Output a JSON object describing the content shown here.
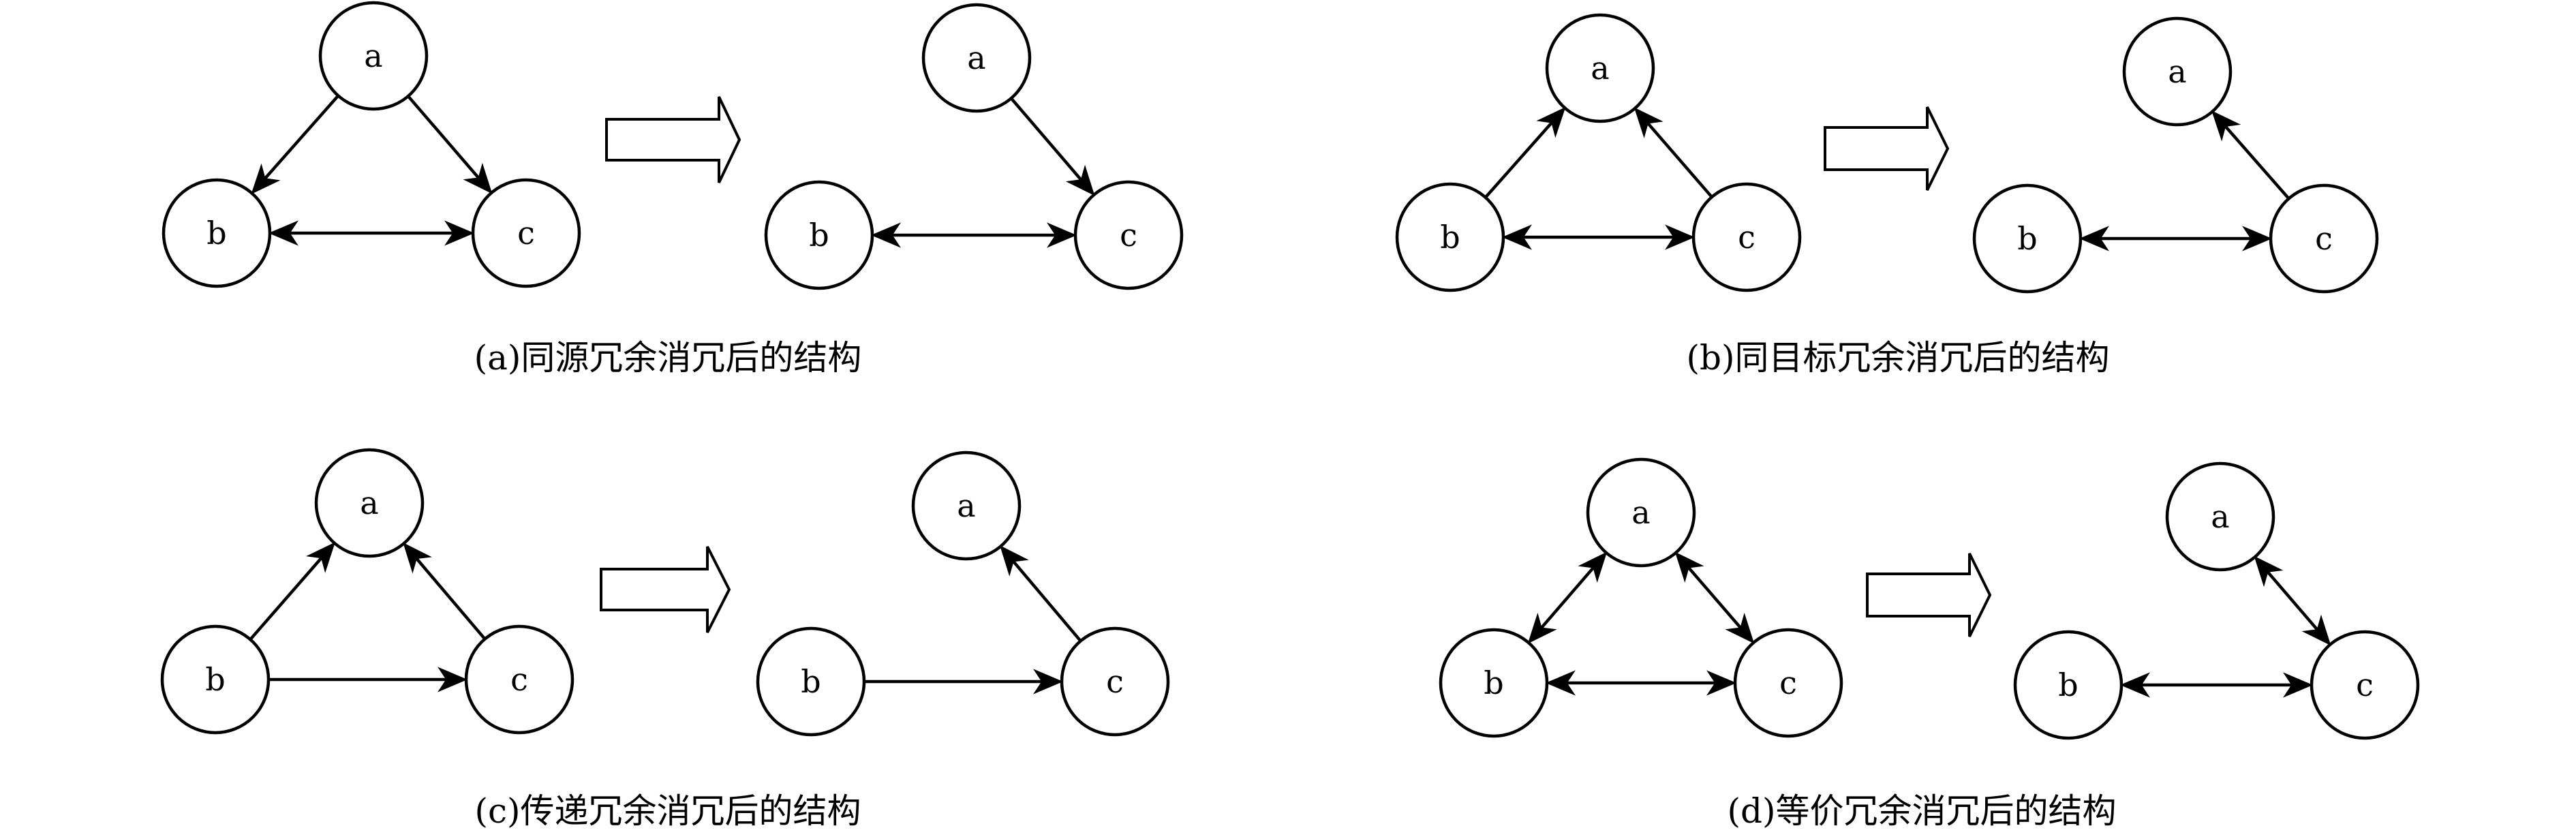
{
  "panels": [
    {
      "id": "a",
      "caption": "(a)同源冗余消冗后的结构",
      "before": {
        "nodes": [
          "a",
          "b",
          "c"
        ],
        "edges": [
          {
            "from": "a",
            "to": "b",
            "type": "directed"
          },
          {
            "from": "a",
            "to": "c",
            "type": "directed"
          },
          {
            "from": "b",
            "to": "c",
            "type": "bidirectional"
          }
        ]
      },
      "after": {
        "nodes": [
          "a",
          "b",
          "c"
        ],
        "edges": [
          {
            "from": "a",
            "to": "c",
            "type": "directed"
          },
          {
            "from": "b",
            "to": "c",
            "type": "bidirectional"
          }
        ]
      }
    },
    {
      "id": "b",
      "caption": "(b)同目标冗余消冗后的结构",
      "before": {
        "nodes": [
          "a",
          "b",
          "c"
        ],
        "edges": [
          {
            "from": "b",
            "to": "a",
            "type": "directed"
          },
          {
            "from": "c",
            "to": "a",
            "type": "directed"
          },
          {
            "from": "b",
            "to": "c",
            "type": "bidirectional"
          }
        ]
      },
      "after": {
        "nodes": [
          "a",
          "b",
          "c"
        ],
        "edges": [
          {
            "from": "c",
            "to": "a",
            "type": "directed"
          },
          {
            "from": "b",
            "to": "c",
            "type": "bidirectional"
          }
        ]
      }
    },
    {
      "id": "c",
      "caption": "(c)传递冗余消冗后的结构",
      "before": {
        "nodes": [
          "a",
          "b",
          "c"
        ],
        "edges": [
          {
            "from": "b",
            "to": "a",
            "type": "directed"
          },
          {
            "from": "c",
            "to": "a",
            "type": "directed"
          },
          {
            "from": "b",
            "to": "c",
            "type": "directed"
          }
        ]
      },
      "after": {
        "nodes": [
          "a",
          "b",
          "c"
        ],
        "edges": [
          {
            "from": "c",
            "to": "a",
            "type": "directed"
          },
          {
            "from": "b",
            "to": "c",
            "type": "directed"
          }
        ]
      }
    },
    {
      "id": "d",
      "caption": "(d)等价冗余消冗后的结构",
      "before": {
        "nodes": [
          "a",
          "b",
          "c"
        ],
        "edges": [
          {
            "from": "a",
            "to": "b",
            "type": "bidirectional"
          },
          {
            "from": "a",
            "to": "c",
            "type": "bidirectional"
          },
          {
            "from": "b",
            "to": "c",
            "type": "bidirectional"
          }
        ]
      },
      "after": {
        "nodes": [
          "a",
          "b",
          "c"
        ],
        "edges": [
          {
            "from": "a",
            "to": "c",
            "type": "bidirectional"
          },
          {
            "from": "b",
            "to": "c",
            "type": "bidirectional"
          }
        ]
      }
    }
  ]
}
